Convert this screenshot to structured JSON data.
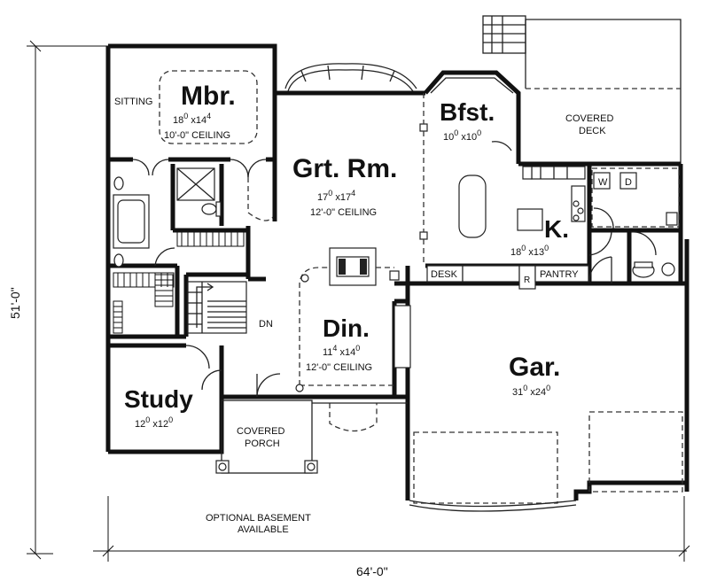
{
  "rooms": {
    "master": {
      "name": "Mbr.",
      "size_a": "18",
      "size_sup_a": "0",
      "size_x": "x",
      "size_b": "14",
      "size_sup_b": "4",
      "ceiling": "10'-0\" CEILING"
    },
    "sitting": {
      "name": "SITTING"
    },
    "great": {
      "name": "Grt. Rm.",
      "size_a": "17",
      "size_sup_a": "0",
      "size_x": "x",
      "size_b": "17",
      "size_sup_b": "4",
      "ceiling": "12'-0\" CEILING"
    },
    "breakfast": {
      "name": "Bfst.",
      "size_a": "10",
      "size_sup_a": "0",
      "size_x": "x",
      "size_b": "10",
      "size_sup_b": "0"
    },
    "deck": {
      "line1": "COVERED",
      "line2": "DECK"
    },
    "kitchen": {
      "name": "K.",
      "size_a": "18",
      "size_sup_a": "0",
      "size_x": "x",
      "size_b": "13",
      "size_sup_b": "0"
    },
    "dining": {
      "name": "Din.",
      "size_a": "11",
      "size_sup_a": "4",
      "size_x": "x",
      "size_b": "14",
      "size_sup_b": "0",
      "ceiling": "12'-0\" CEILING"
    },
    "study": {
      "name": "Study",
      "size_a": "12",
      "size_sup_a": "0",
      "size_x": "x",
      "size_b": "12",
      "size_sup_b": "0"
    },
    "porch": {
      "line1": "COVERED",
      "line2": "PORCH"
    },
    "garage": {
      "name": "Gar.",
      "size_a": "31",
      "size_sup_a": "0",
      "size_x": "x",
      "size_b": "24",
      "size_sup_b": "0"
    }
  },
  "labels": {
    "desk": "DESK",
    "r": "R",
    "pantry": "PANTRY",
    "w": "W",
    "d": "D",
    "dn": "DN"
  },
  "notes": {
    "basement_line1": "OPTIONAL BASEMENT",
    "basement_line2": "AVAILABLE"
  },
  "dimensions": {
    "depth": "51'-0\"",
    "width": "64'-0\""
  }
}
